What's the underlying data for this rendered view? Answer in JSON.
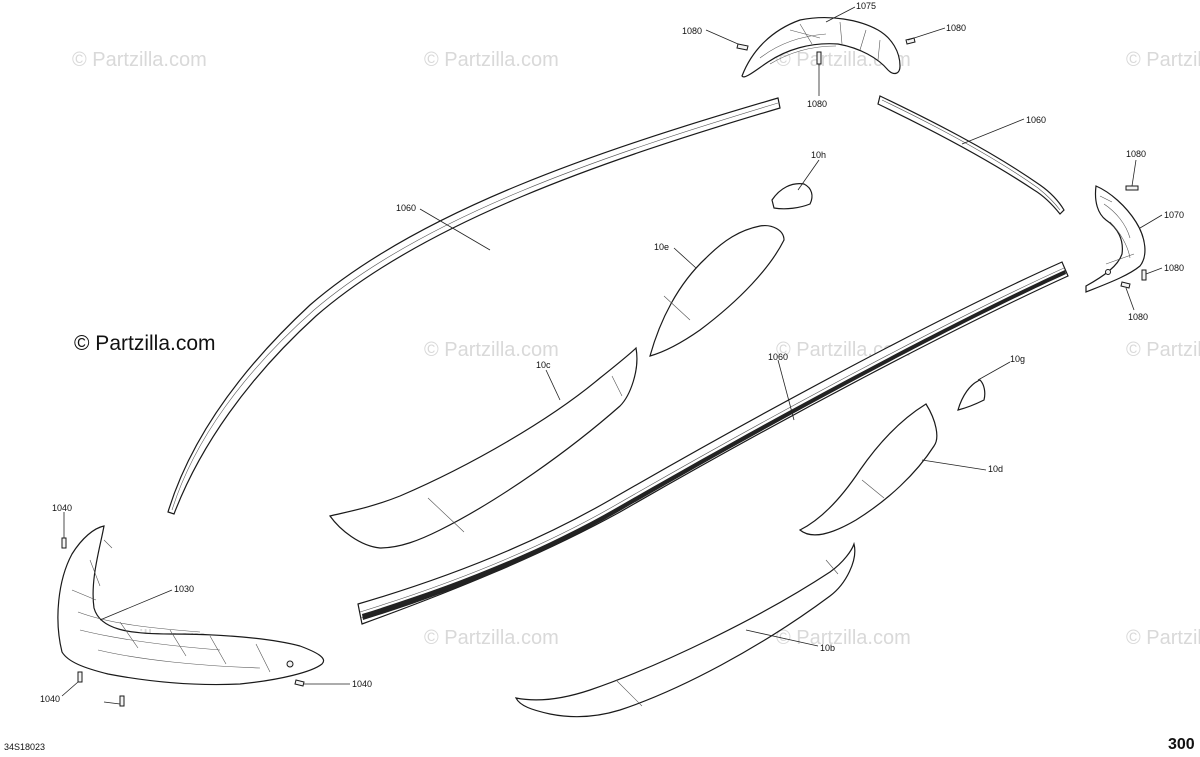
{
  "watermark": {
    "text": "© Partzilla.com"
  },
  "copyright": "© Partzilla.com",
  "footer": {
    "code": "34S18023",
    "page": "300"
  },
  "callouts": {
    "c1075": "1075",
    "c1080_a": "1080",
    "c1080_b": "1080",
    "c1080_c": "1080",
    "c1060_right": "1060",
    "c1080_d": "1080",
    "c1070": "1070",
    "c1080_e": "1080",
    "c1080_f": "1080",
    "c10h": "10h",
    "c1060_left": "1060",
    "c10e": "10e",
    "c10c": "10c",
    "c1060_mid": "1060",
    "c10g": "10g",
    "c10d": "10d",
    "c1040_a": "1040",
    "c1030": "1030",
    "c1040_b": "1040",
    "c1040_c": "1040",
    "c10b": "10b"
  }
}
